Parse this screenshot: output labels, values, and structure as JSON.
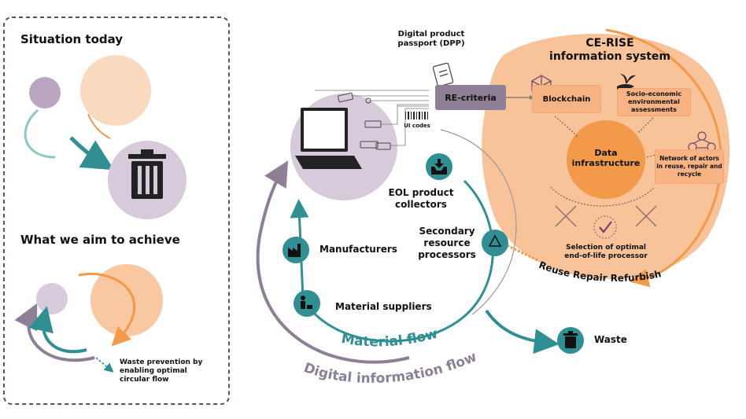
{
  "left_panel": {
    "heading_today": "Situation today",
    "heading_aim": "What we aim to achieve",
    "waste_prevention": "Waste prevention by enabling optimal circular flow"
  },
  "dpp": {
    "label": "Digital product passport (DPP)",
    "ui_codes": "UI codes"
  },
  "criteria": {
    "label": "RE-criteria"
  },
  "system": {
    "title_line1": "CE-RISE",
    "title_line2": "information system",
    "blockchain": "Blockchain",
    "socio": "Socio-economic environmental assessments",
    "data_infra": "Data infrastructure",
    "network": "Network of actors in reuse, repair and recycle",
    "selection": "Selection of optimal end-of-life processor",
    "reuse_arc": "Reuse Repair Refurbish"
  },
  "flow": {
    "eol": "EOL product collectors",
    "secondary": "Secondary resource processors",
    "manufacturers": "Manufacturers",
    "suppliers": "Material suppliers",
    "waste": "Waste",
    "material_flow": "Material flow",
    "digital_flow": "Digital information flow"
  },
  "colors": {
    "purple_light": "#d7cadb",
    "purple_dark": "#8e7f96",
    "orange_light": "#f9d3b4",
    "orange": "#f2994a",
    "teal": "#2f8f92",
    "dashed_border": "#6b4666"
  },
  "icons": [
    "trash-icon",
    "laptop-icon",
    "blockchain-icon",
    "plant-hand-icon",
    "network-icon",
    "check-icon",
    "cross-icon",
    "recycle-icon",
    "factory-icon",
    "worker-icon",
    "inbox-icon",
    "clipboard-icon",
    "barcode-icon"
  ]
}
